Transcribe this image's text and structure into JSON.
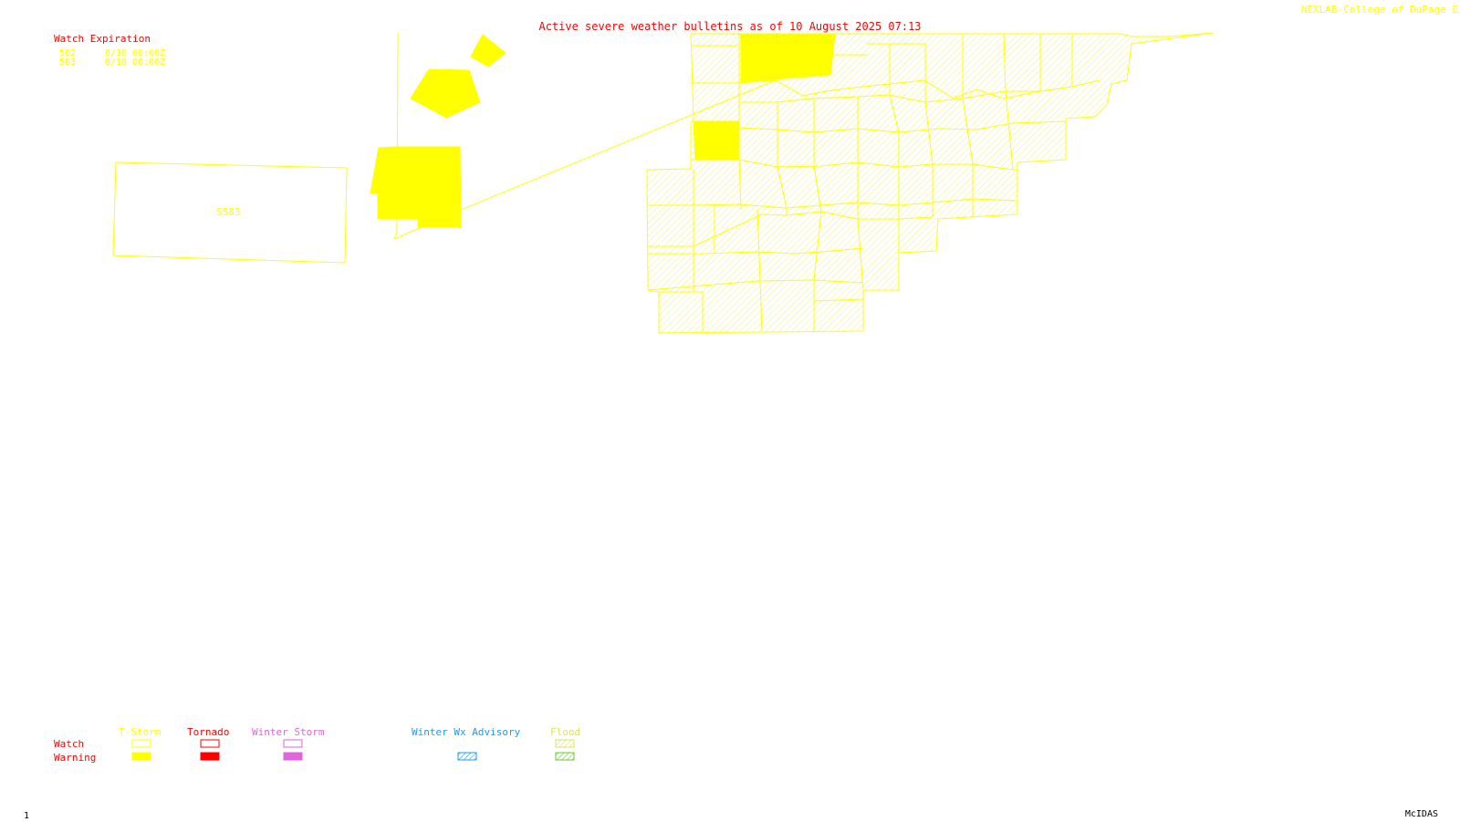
{
  "header": {
    "title": "Active severe weather bulletins as of 10 August 2025 07:13",
    "brand": "NEXLAB-College of DuPage E"
  },
  "watch_expiration": {
    "title": "Watch Expiration",
    "rows": [
      {
        "id": "582",
        "expires": "8/10 08:00Z"
      },
      {
        "id": "583",
        "expires": "8/10 08:00Z"
      }
    ]
  },
  "map": {
    "watch_box_label": "S583",
    "colors": {
      "tstorm": "#ffff00",
      "tornado": "#ff0000",
      "winter_storm": "#dd66dd",
      "winter_advisory": "#2299ee",
      "flood_watch": "#e0e060",
      "flood_warning": "#66cc33"
    }
  },
  "legend": {
    "row_watch": "Watch",
    "row_warning": "Warning",
    "columns": [
      {
        "label": "T-Storm",
        "color": "#ffff00"
      },
      {
        "label": "Tornado",
        "color": "#ff0000"
      },
      {
        "label": "Winter Storm",
        "color": "#dd66dd"
      },
      {
        "label": "Winter Wx Advisory",
        "color": "#2299ee"
      },
      {
        "label": "Flood",
        "color": "#e0e060"
      }
    ]
  },
  "footer": {
    "frame": "1",
    "software": "McIDAS"
  }
}
